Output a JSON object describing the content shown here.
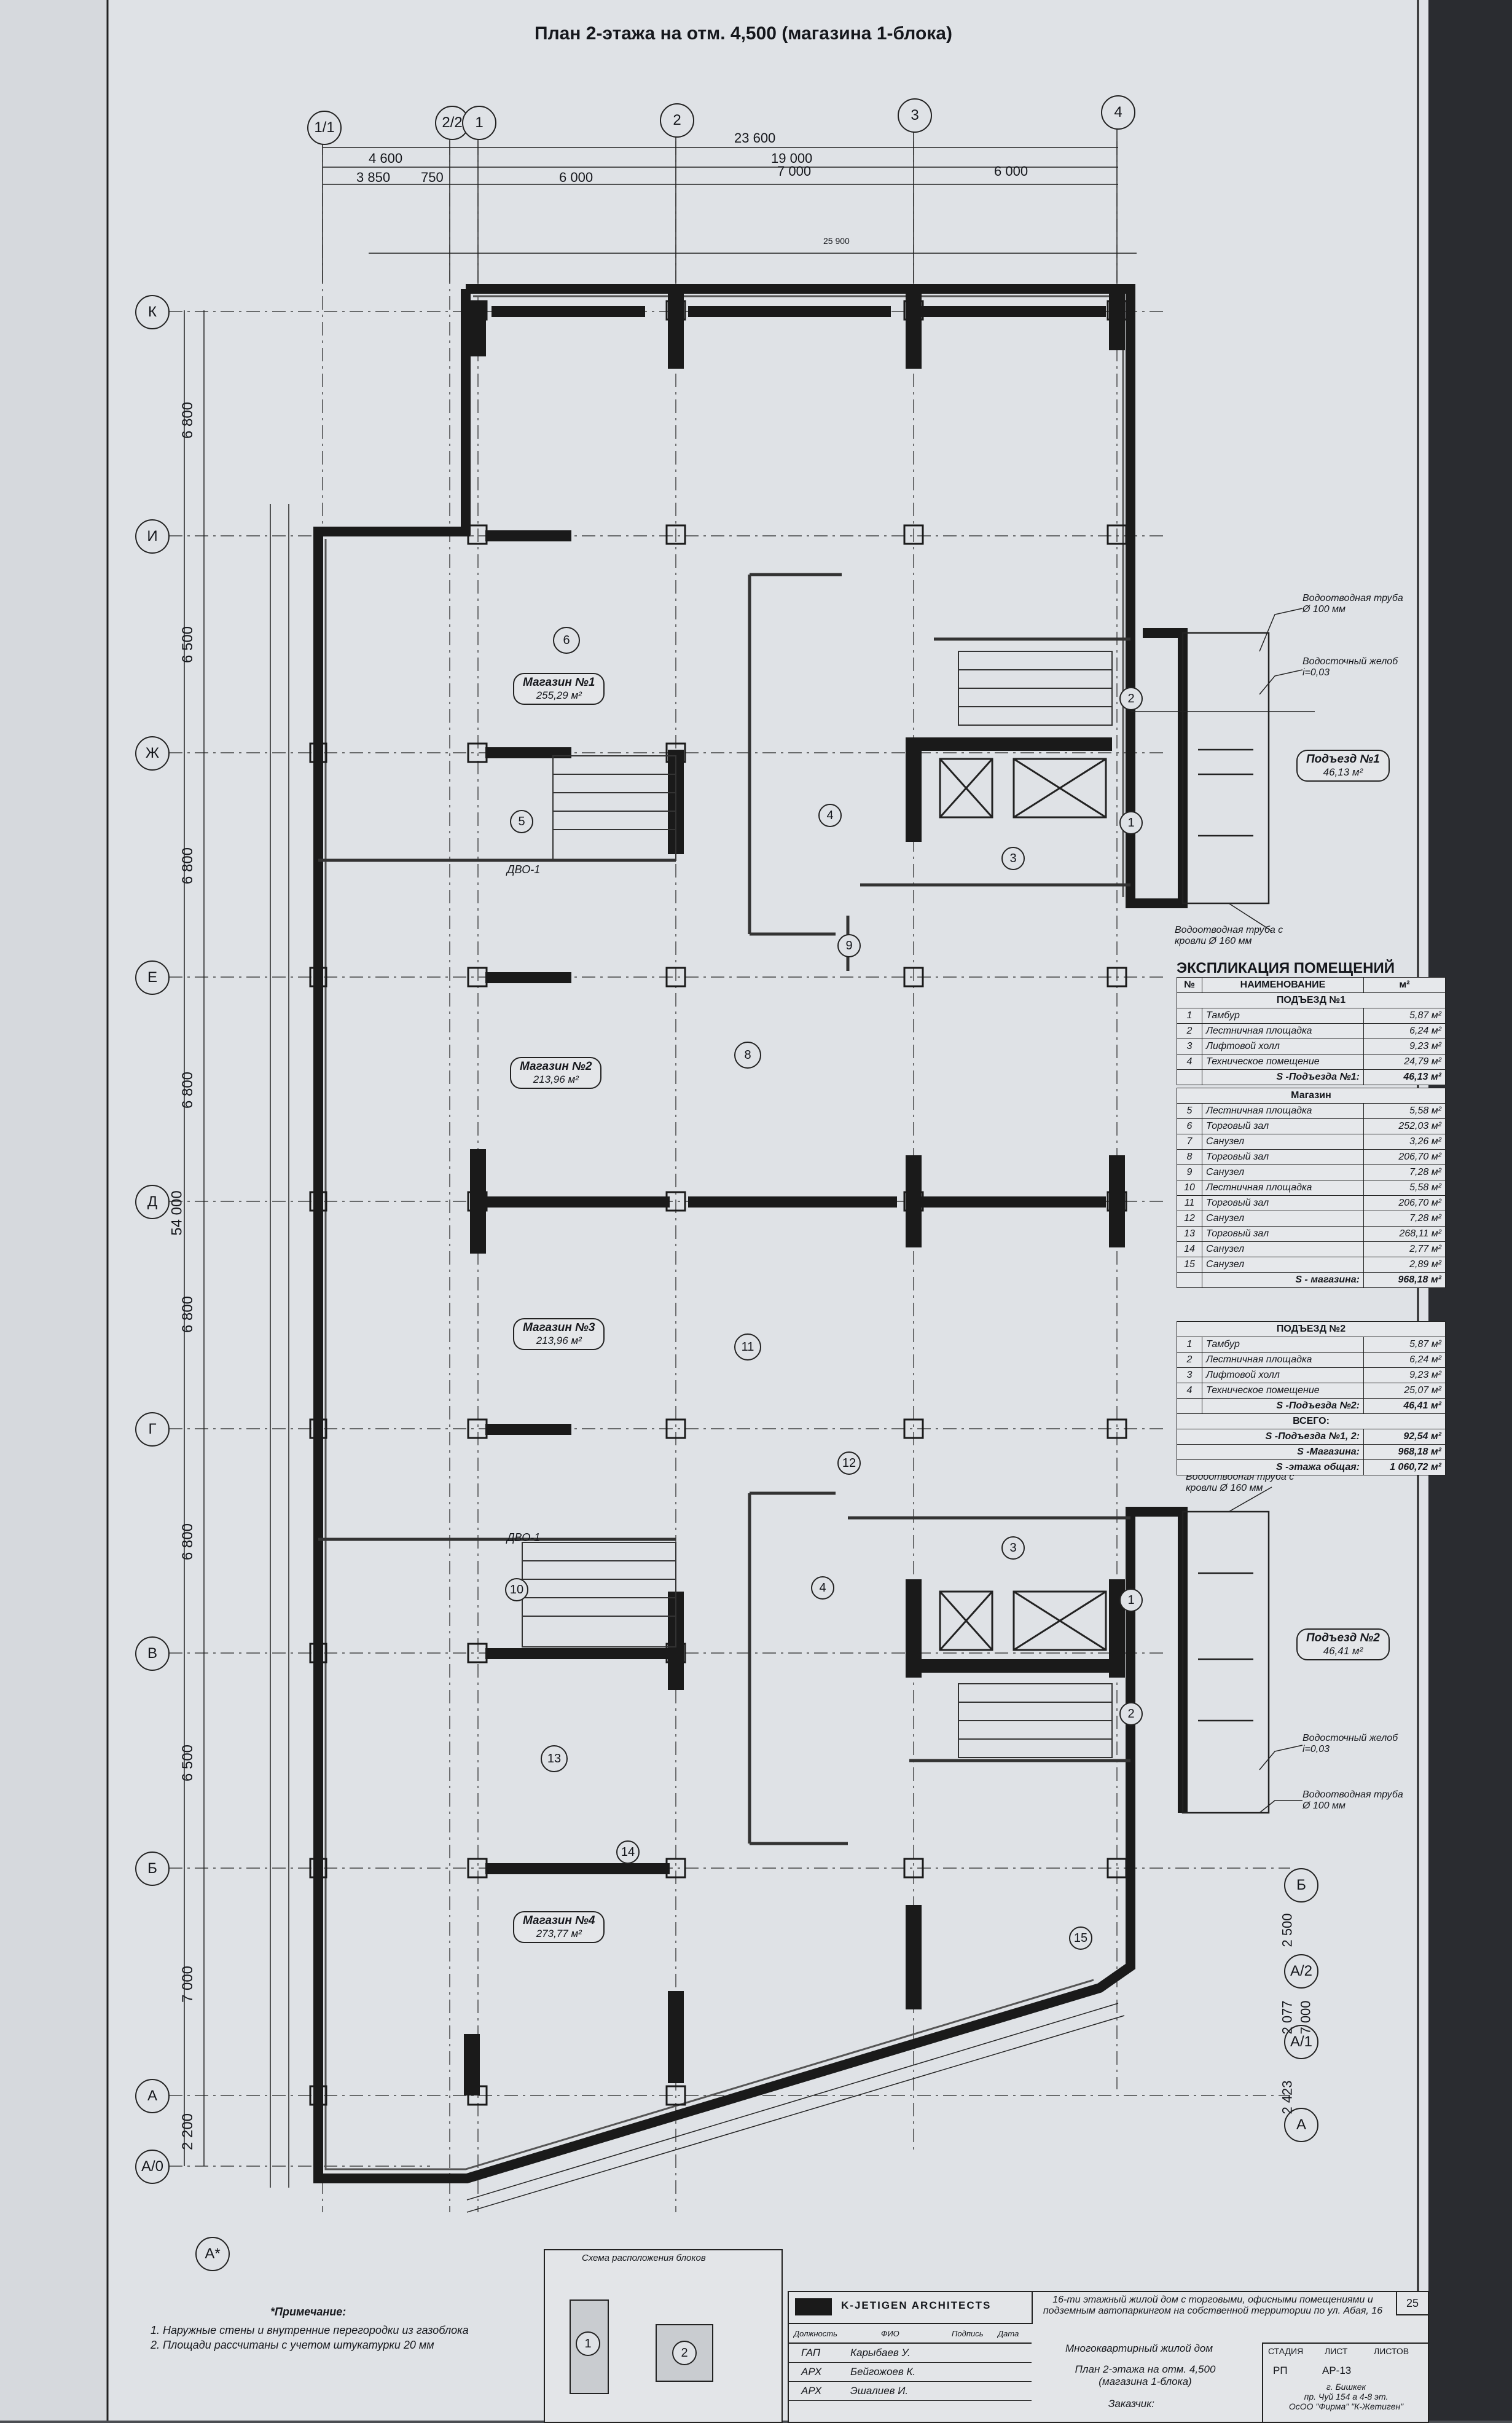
{
  "title": "План 2-этажа на отм. 4,500 (магазина 1-блока)",
  "axes": {
    "columns": [
      "1/1",
      "2/2",
      "1",
      "2",
      "3",
      "4"
    ],
    "rows": [
      "К",
      "И",
      "Ж",
      "Е",
      "Д",
      "Г",
      "В",
      "Б",
      "А",
      "А/0"
    ],
    "right_rows": [
      "Б",
      "А/2",
      "А/1",
      "А"
    ],
    "bottom": "А*"
  },
  "dimensions": {
    "top": [
      "23 600",
      "4 600",
      "19 000",
      "3 850",
      "750",
      "6 000",
      "7 000",
      "6 000",
      "25 900"
    ],
    "left": [
      "6 800",
      "6 500",
      "6 800",
      "6 800",
      "6 800",
      "6 800",
      "6 500",
      "7 000",
      "2 200"
    ],
    "left_total": "54 000",
    "right": [
      "2 500",
      "2 077",
      "7 000",
      "2 423"
    ]
  },
  "rooms": [
    {
      "num": "6",
      "name": "Магазин №1",
      "area": "255,29 м²"
    },
    {
      "num": "8",
      "name": "Магазин №2",
      "area": "213,96 м²"
    },
    {
      "num": "11",
      "name": "Магазин №3",
      "area": "213,96 м²"
    },
    {
      "num": "13",
      "name": "Магазин №4",
      "area": "273,77 м²"
    }
  ],
  "entrances": [
    {
      "name": "Подъезд №1",
      "area": "46,13 м²"
    },
    {
      "name": "Подъезд №2",
      "area": "46,41 м²"
    }
  ],
  "callouts": {
    "pipe1": "Водоотводная труба Ø 100 мм",
    "gutter1": "Водосточный желоб i=0,03",
    "pipe_roof1": "Водоотводная труба с кровли Ø 160 мм",
    "pipe_roof2": "Водоотводная труба с кровли Ø 160 мм",
    "gutter2": "Водосточный желоб i=0,03",
    "pipe2": "Водоотводная труба Ø 100 мм",
    "dvo": "ДВО-1"
  },
  "explication": {
    "title": "ЭКСПЛИКАЦИЯ ПОМЕЩЕНИЙ",
    "head": [
      "№",
      "НАИМЕНОВАНИЕ",
      "м²"
    ],
    "section1": "ПОДЪЕЗД №1",
    "rows1": [
      [
        "1",
        "Тамбур",
        "5,87 м²"
      ],
      [
        "2",
        "Лестничная площадка",
        "6,24 м²"
      ],
      [
        "3",
        "Лифтовой холл",
        "9,23 м²"
      ],
      [
        "4",
        "Техническое помещение",
        "24,79 м²"
      ]
    ],
    "total1": [
      "S -Подъезда №1:",
      "46,13 м²"
    ],
    "section2": "Магазин",
    "rows2": [
      [
        "5",
        "Лестничная площадка",
        "5,58 м²"
      ],
      [
        "6",
        "Торговый зал",
        "252,03 м²"
      ],
      [
        "7",
        "Санузел",
        "3,26 м²"
      ],
      [
        "8",
        "Торговый зал",
        "206,70 м²"
      ],
      [
        "9",
        "Санузел",
        "7,28 м²"
      ],
      [
        "10",
        "Лестничная площадка",
        "5,58 м²"
      ],
      [
        "11",
        "Торговый зал",
        "206,70 м²"
      ],
      [
        "12",
        "Санузел",
        "7,28 м²"
      ],
      [
        "13",
        "Торговый зал",
        "268,11 м²"
      ],
      [
        "14",
        "Санузел",
        "2,77 м²"
      ],
      [
        "15",
        "Санузел",
        "2,89 м²"
      ]
    ],
    "total2": [
      "S - магазина:",
      "968,18 м²"
    ],
    "section3": "ПОДЪЕЗД №2",
    "rows3": [
      [
        "1",
        "Тамбур",
        "5,87 м²"
      ],
      [
        "2",
        "Лестничная площадка",
        "6,24 м²"
      ],
      [
        "3",
        "Лифтовой холл",
        "9,23 м²"
      ],
      [
        "4",
        "Техническое помещение",
        "25,07 м²"
      ]
    ],
    "total3": [
      "S -Подъезда №2:",
      "46,41 м²"
    ],
    "section4": "ВСЕГО:",
    "summary": [
      [
        "S -Подъезда №1, 2:",
        "92,54 м²"
      ],
      [
        "S -Магазина:",
        "968,18 м²"
      ],
      [
        "S -этажа общая:",
        "1 060,72 м²"
      ]
    ]
  },
  "notes": {
    "heading": "*Примечание:",
    "n1": "1. Наружные стены и внутренние перегородки из газоблока",
    "n2": "2. Площади рассчитаны с учетом штукатурки 20 мм"
  },
  "scheme": {
    "title": "Схема расположения блоков",
    "b1": "1",
    "b2": "2"
  },
  "stamp": {
    "firm": "K-JETIGEN ARCHITECTS",
    "project": "16-ти этажный жилой дом с торговыми, офисными помещениями и подземным автопаркингом на собственной территории по ул. Абая, 16",
    "sheet_no": "25",
    "people": [
      [
        "ГАП",
        "Карыбаев У."
      ],
      [
        "АРХ",
        "Бейгожоев К."
      ],
      [
        "АРХ",
        "Эшалиев И."
      ]
    ],
    "col_heads": [
      "Должность",
      "ФИО",
      "Подпись",
      "Дата"
    ],
    "object": "Многоквартирный жилой дом",
    "sheet_title": "План 2-этажа на отм. 4,500 (магазина 1-блока)",
    "stage_heads": [
      "СТАДИЯ",
      "ЛИСТ",
      "ЛИСТОВ"
    ],
    "stage": "РП",
    "code": "АР-13",
    "client": "Заказчик:",
    "city": "г. Бишкек",
    "address": "пр. Чуй 154 а 4-8 эт.",
    "company": "ОсОО \"Фирма\" \"К-Жетиген\""
  }
}
